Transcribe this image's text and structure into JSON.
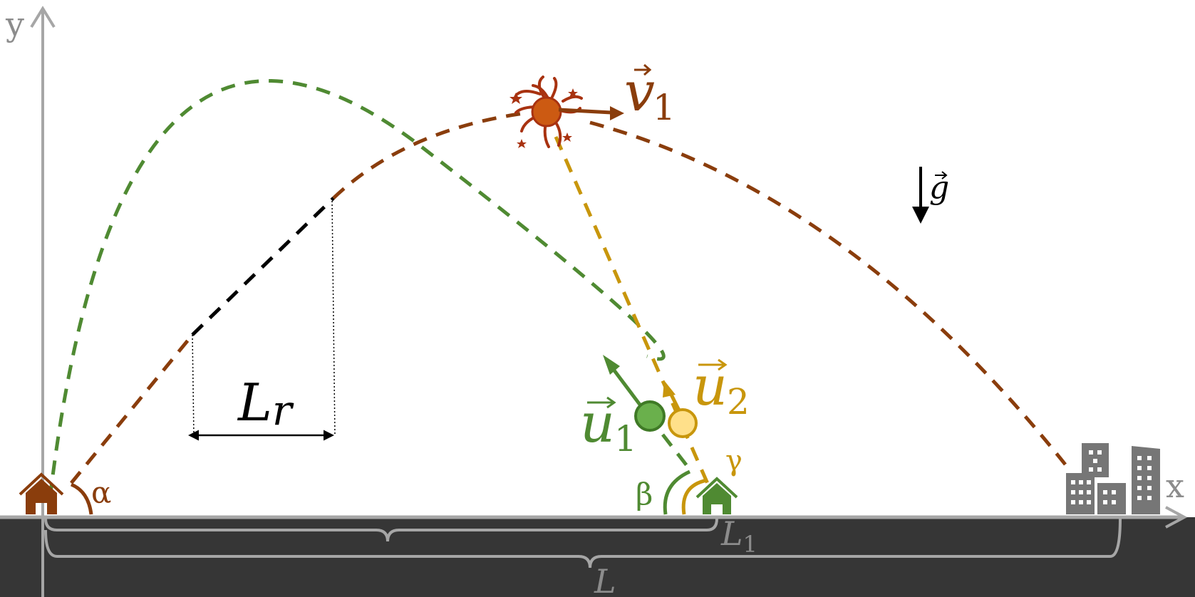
{
  "axes": {
    "x": "x",
    "y": "y"
  },
  "vectors": {
    "v1": {
      "letter": "v",
      "sub": "1",
      "color": "#8a3d0c"
    },
    "u1": {
      "letter": "u",
      "sub": "1",
      "color": "#4f8a32"
    },
    "u2": {
      "letter": "u",
      "sub": "2",
      "color": "#c8960c"
    },
    "g": {
      "letter": "g",
      "color": "#000000"
    }
  },
  "angles": {
    "alpha": "α",
    "beta": "β",
    "gamma": "γ"
  },
  "distances": {
    "Lr": {
      "letter": "L",
      "sub": "r"
    },
    "L1": {
      "letter": "L",
      "sub": "1"
    },
    "L": {
      "letter": "L"
    }
  },
  "colors": {
    "launch_trajectory": "#8a3d0c",
    "fragment1_trajectory": "#4f8a32",
    "fragment2_trajectory": "#c8960c",
    "ground": "#363636",
    "axis": "#a6a6a6",
    "city": "#767676"
  },
  "icons": [
    "house-icon-launch",
    "house-icon-target",
    "explosion-icon",
    "city-buildings-icon"
  ]
}
